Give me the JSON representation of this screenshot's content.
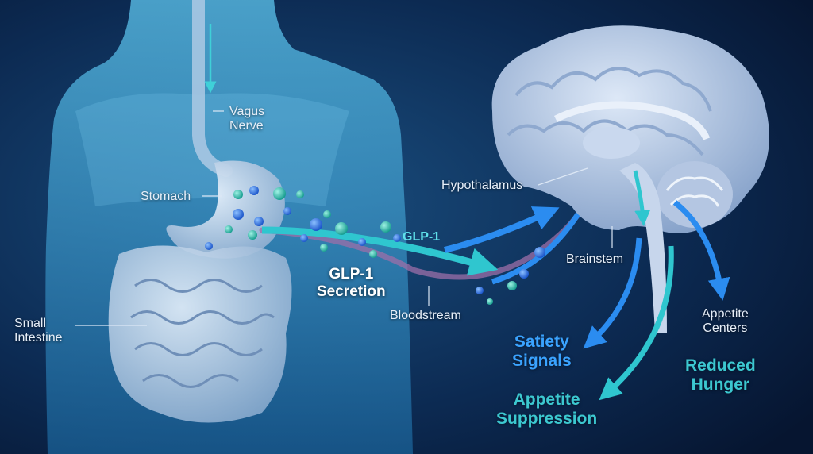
{
  "labels": {
    "vagus_nerve": [
      "Vagus",
      "Nerve"
    ],
    "stomach": "Stomach",
    "small_intestine": [
      "Small",
      "Intestine"
    ],
    "hypothalamus": "Hypothalamus",
    "glp1": "GLP-1",
    "glp1_secretion": [
      "GLP-1",
      "Secretion"
    ],
    "bloodstream": "Bloodstream",
    "brainstem": "Brainstem",
    "appetite_centers": [
      "Appetite",
      "Centers"
    ],
    "satiety_signals": [
      "Satiety",
      "Signals"
    ],
    "reduced_hunger": [
      "Reduced",
      "Hunger"
    ],
    "appetite_suppression": [
      "Appetite",
      "Suppression"
    ]
  },
  "colors": {
    "background": "#071a33",
    "body": "#3fa7d9",
    "organ": "#a9c8e6",
    "brain": "#b8cde8",
    "teal_arrow": "#2fc6cf",
    "blue_arrow": "#2b8cf0",
    "bloodstream": "#9c6fa8",
    "molecule_blue": "#1f6fe0",
    "molecule_teal": "#22c4b0"
  }
}
